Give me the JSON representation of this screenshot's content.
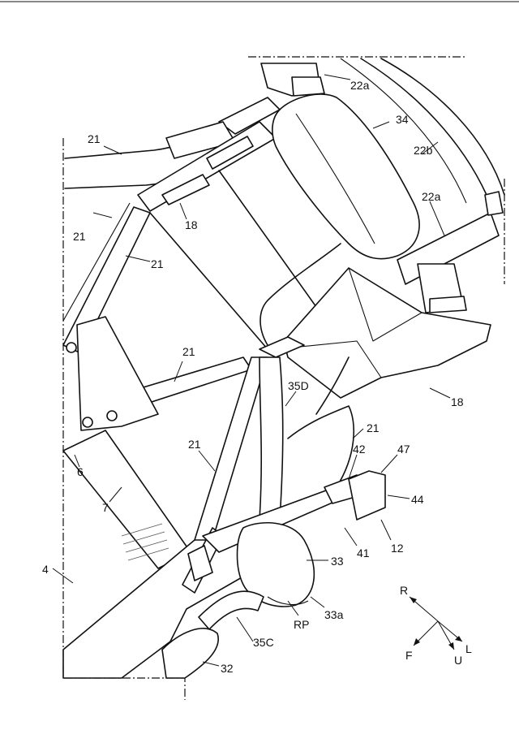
{
  "labels": {
    "l_21_a": "21",
    "l_21_b": "21",
    "l_21_c": "21",
    "l_21_d": "21",
    "l_21_e": "21",
    "l_21_f": "21",
    "l_22a_top": "22a",
    "l_22a_mid": "22a",
    "l_22b": "22b",
    "l_34": "34",
    "l_18_left": "18",
    "l_18_right": "18",
    "l_35D": "35D",
    "l_42": "42",
    "l_47": "47",
    "l_44": "44",
    "l_12": "12",
    "l_41": "41",
    "l_6": "6",
    "l_7": "7",
    "l_4": "4",
    "l_33": "33",
    "l_33a": "33a",
    "l_RP": "RP",
    "l_35C": "35C",
    "l_32": "32"
  },
  "compass": {
    "r": "R",
    "f": "F",
    "u": "U",
    "l": "L"
  }
}
